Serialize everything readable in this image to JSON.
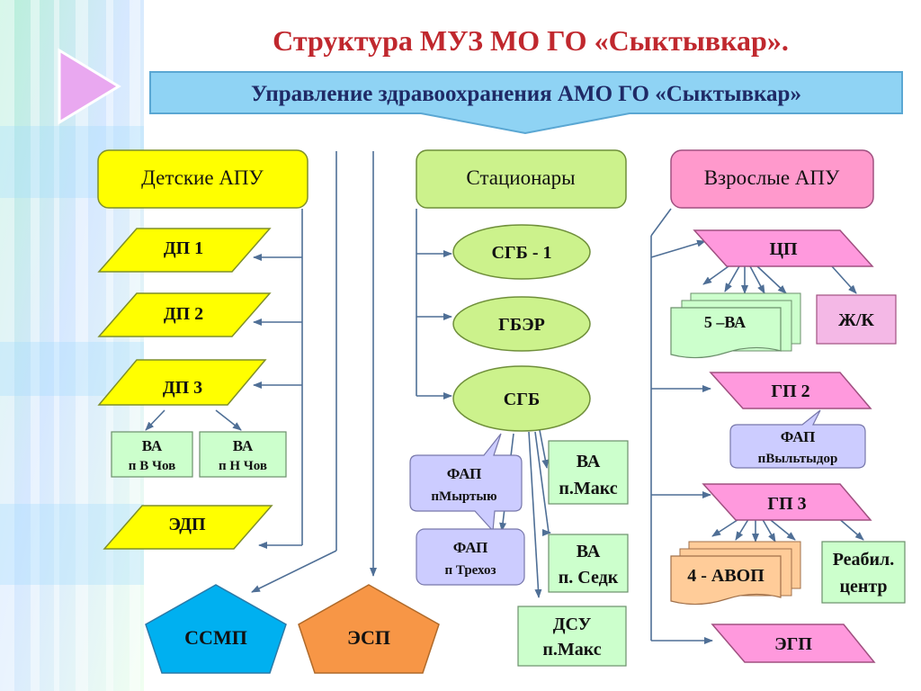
{
  "title": "Структура МУЗ МО ГО «Сыктывкар».",
  "header": "Управление здравоохранения АМО ГО «Сыктывкар»",
  "columns": {
    "children": "Детские АПУ",
    "hospitals": "Стационары",
    "adults": "Взрослые АПУ"
  },
  "children_units": {
    "dp1": "ДП 1",
    "dp2": "ДП 2",
    "dp3": "ДП 3",
    "va_vchov": [
      "ВА",
      "п В Чов"
    ],
    "va_nchov": [
      "ВА",
      "п Н Чов"
    ],
    "edp": "ЭДП"
  },
  "hospital_units": {
    "sgb1": "СГБ - 1",
    "gber": "ГБЭР",
    "sgb": "СГБ",
    "fap_myrtyu": [
      "ФАП",
      "пМыртыю"
    ],
    "fap_trekhoz": [
      "ФАП",
      "п Трехоз"
    ],
    "va_maks": [
      "ВА",
      "п.Макс"
    ],
    "va_sedk": [
      "ВА",
      "п. Седк"
    ],
    "dsu_maks": [
      "ДСУ",
      "п.Макс"
    ]
  },
  "adult_units": {
    "cp": "ЦП",
    "va5": "5 –ВА",
    "zhk": "Ж/К",
    "gp2": "ГП 2",
    "fap_vyltydor": [
      "ФАП",
      "пВыльтыдор"
    ],
    "gp3": "ГП 3",
    "avop4": "4 - АВОП",
    "rehab": [
      "Реабил.",
      "центр"
    ],
    "egp": "ЭГП"
  },
  "emergency": {
    "ssmp": "ССМП",
    "esp": "ЭСП"
  },
  "colors": {
    "title": "#c0282e",
    "header_fill": "#8fd3f4",
    "children_fill": "#ffff00",
    "hospital_fill": "#ccf28c",
    "adult_fill": "#ff99cc",
    "adult_box_fill": "#f4b8e6",
    "fap_fill": "#ccccff",
    "va_fill": "#ccffcc",
    "avop_fill": "#ffcc99",
    "ssmp_fill": "#00b0f0",
    "esp_fill": "#f79646",
    "line": "#4f6f96"
  }
}
